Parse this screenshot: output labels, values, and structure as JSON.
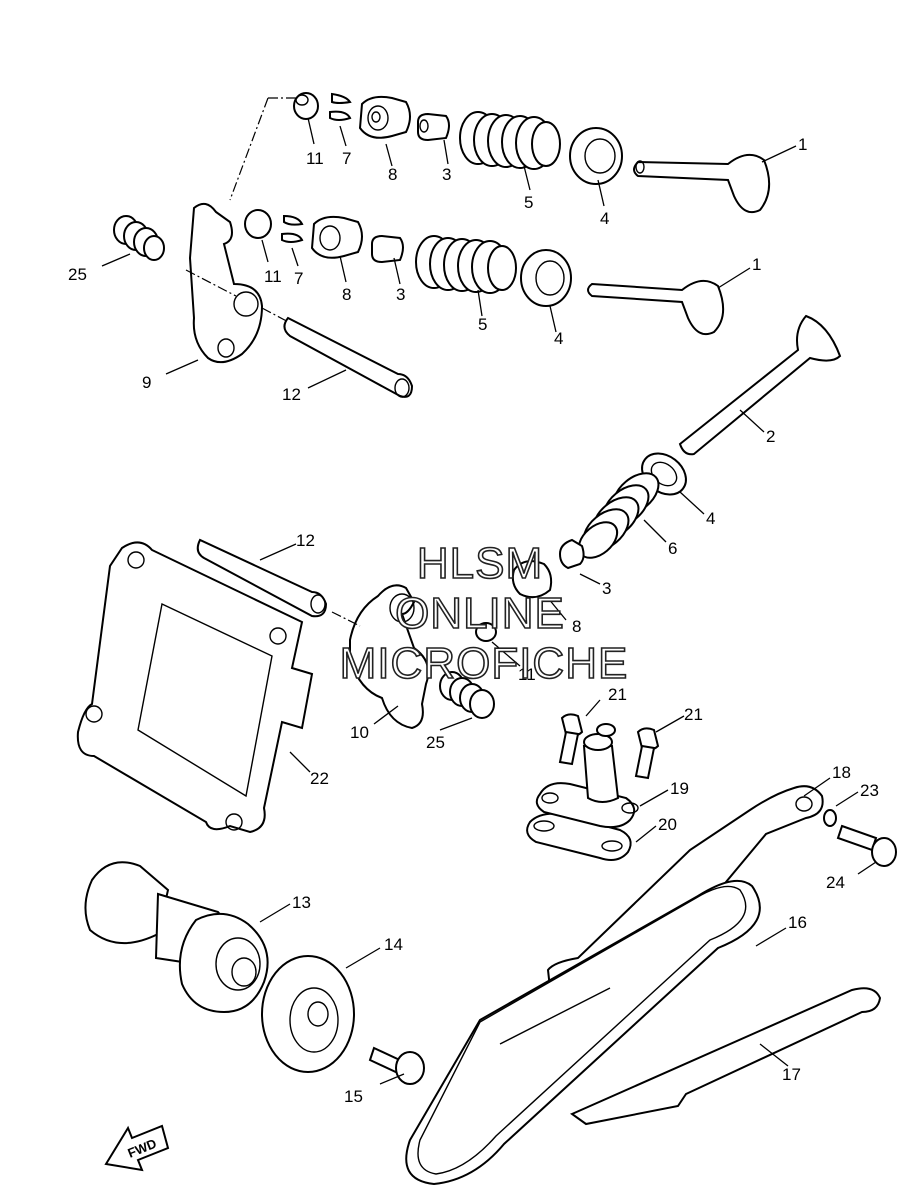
{
  "callouts": {
    "c1a": "1",
    "c1b": "1",
    "c2": "2",
    "c3a": "3",
    "c3b": "3",
    "c3c": "3",
    "c4a": "4",
    "c4b": "4",
    "c4c": "4",
    "c5a": "5",
    "c5b": "5",
    "c6": "6",
    "c7a": "7",
    "c7b": "7",
    "c8a": "8",
    "c8b": "8",
    "c8c": "8",
    "c9": "9",
    "c10": "10",
    "c11a": "11",
    "c11b": "11",
    "c11c": "11",
    "c12a": "12",
    "c12b": "12",
    "c13": "13",
    "c14": "14",
    "c15": "15",
    "c16": "16",
    "c17": "17",
    "c18": "18",
    "c19": "19",
    "c20": "20",
    "c21a": "21",
    "c21b": "21",
    "c22": "22",
    "c23": "23",
    "c24": "24",
    "c25a": "25",
    "c25b": "25"
  },
  "watermark": {
    "line1": "HLSM",
    "line2": "ONLINE",
    "line3": "MICROFICHE"
  },
  "direction_label": "FWD"
}
